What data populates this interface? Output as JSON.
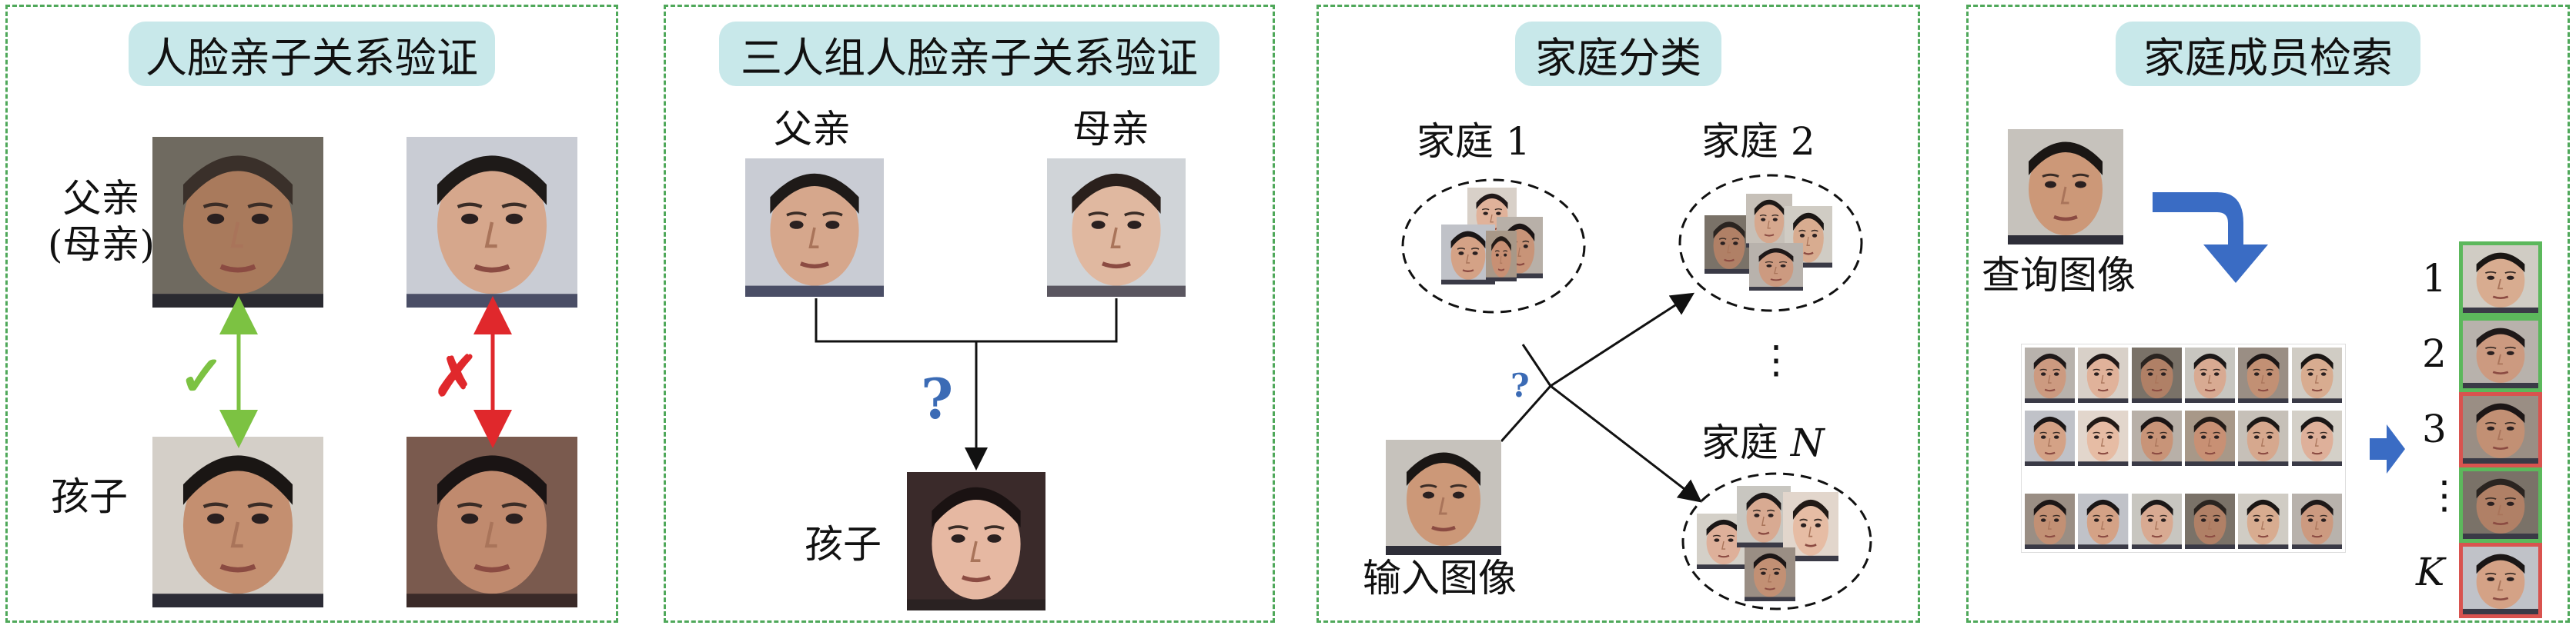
{
  "panels": [
    {
      "title": "人脸亲子关系验证",
      "parent_label": "父亲\n(母亲)",
      "child_label": "孩子",
      "valid_mark": "✓",
      "invalid_mark": "✗"
    },
    {
      "title": "三人组人脸亲子关系验证",
      "father_label": "父亲",
      "mother_label": "母亲",
      "child_label": "孩子",
      "unknown_mark": "?"
    },
    {
      "title": "家庭分类",
      "family1_label": "家庭 1",
      "family2_label": "家庭 2",
      "familyN_prefix": "家庭",
      "familyN_var": "N",
      "ellipsis": "⋮",
      "unknown_mark": "?",
      "input_label": "输入图像"
    },
    {
      "title": "家庭成员检索",
      "query_label": "查询图像",
      "ranks": [
        "1",
        "2",
        "3",
        "⋮"
      ],
      "rank_k": "K"
    }
  ],
  "colors": {
    "panel_border": "#4fa85a",
    "title_bg": "#c8e8ea",
    "valid": "#7cc242",
    "invalid": "#e0282c",
    "question": "#3b6bb5",
    "arrow_blue": "#3a6cc4",
    "match_ok": "#5cb85c",
    "match_bad": "#d9534f"
  },
  "icons": {
    "valid": "check-icon",
    "invalid": "cross-icon",
    "question": "question-icon",
    "curve_arrow": "curved-arrow-icon",
    "right_arrow": "right-arrow-icon"
  }
}
